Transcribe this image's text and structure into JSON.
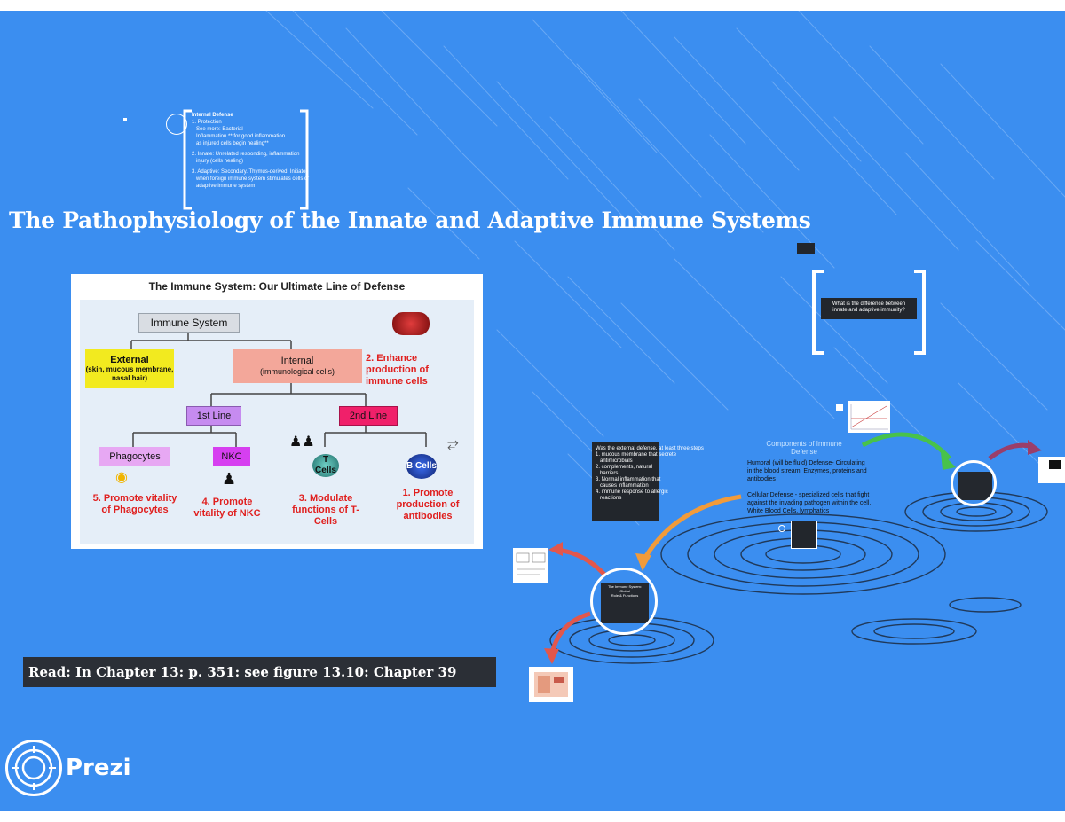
{
  "slide": {
    "title": "The Pathophysiology of the Innate and Adaptive Immune Systems",
    "read_note": "Read: In Chapter 13: p. 351: see figure 13.10:  Chapter 39",
    "logo_text": "Prezi",
    "background_color": "#3b8ef0"
  },
  "top_note": {
    "heading": "Internal Defense",
    "lines": [
      "1. Protection",
      "   See more: Bacterial",
      "   Inflammation ** for good inflammation",
      "   as injured cells begin healing**",
      "",
      "2. Innate: Unrelated responding, inflammation",
      "   injury (cells healing)",
      "",
      "3. Adaptive: Secondary. Thymus-derived. Initiated",
      "   when foreign immune system stimulates cells of",
      "   adaptive immune system"
    ]
  },
  "immune_diagram": {
    "title": "The Immune System: Our Ultimate Line of Defense",
    "root": "Immune System",
    "external": {
      "label": "External",
      "detail": "(skin, mucous membrane, nasal hair)"
    },
    "internal": {
      "label": "Internal",
      "detail": "(immunological cells)"
    },
    "enhance": "2. Enhance production of immune cells",
    "first_line": "1st Line",
    "second_line": "2nd Line",
    "phagocytes": "Phagocytes",
    "nkc": "NKC",
    "t_cells": "T Cells",
    "b_cells": "B Cells",
    "promote_phagocytes": "5. Promote vitality of Phagocytes",
    "promote_nkc": "4. Promote vitality of NKC",
    "modulate_t": "3. Modulate functions of T-Cells",
    "promote_antibodies": "1. Promote production of antibodies"
  },
  "right_notes": {
    "bracket_note": "What is the difference between innate and adaptive immunity?",
    "components_title": "Components of Immune Defense",
    "humoral": "Humoral (will be fluid) Defense- Circulating in the blood stream: Enzymes, proteins and antibodies",
    "cellular": "Cellular Defense - specialized cells that fight against the invading pathogen within the cell. White Blood Cells, lymphatics",
    "dark_list": [
      "Was the external defense, at least three steps",
      "1. mucous membrane that secrete",
      "   antimicrobials",
      "2. complements, natural",
      "   barriers",
      "3. Normal inflammation that",
      "   causes inflammation",
      "4. immune response to allergic",
      "   reactions"
    ],
    "ring_lower_heading": "The Immune System: Global",
    "ring_lower_sub": "Role & Functions"
  }
}
